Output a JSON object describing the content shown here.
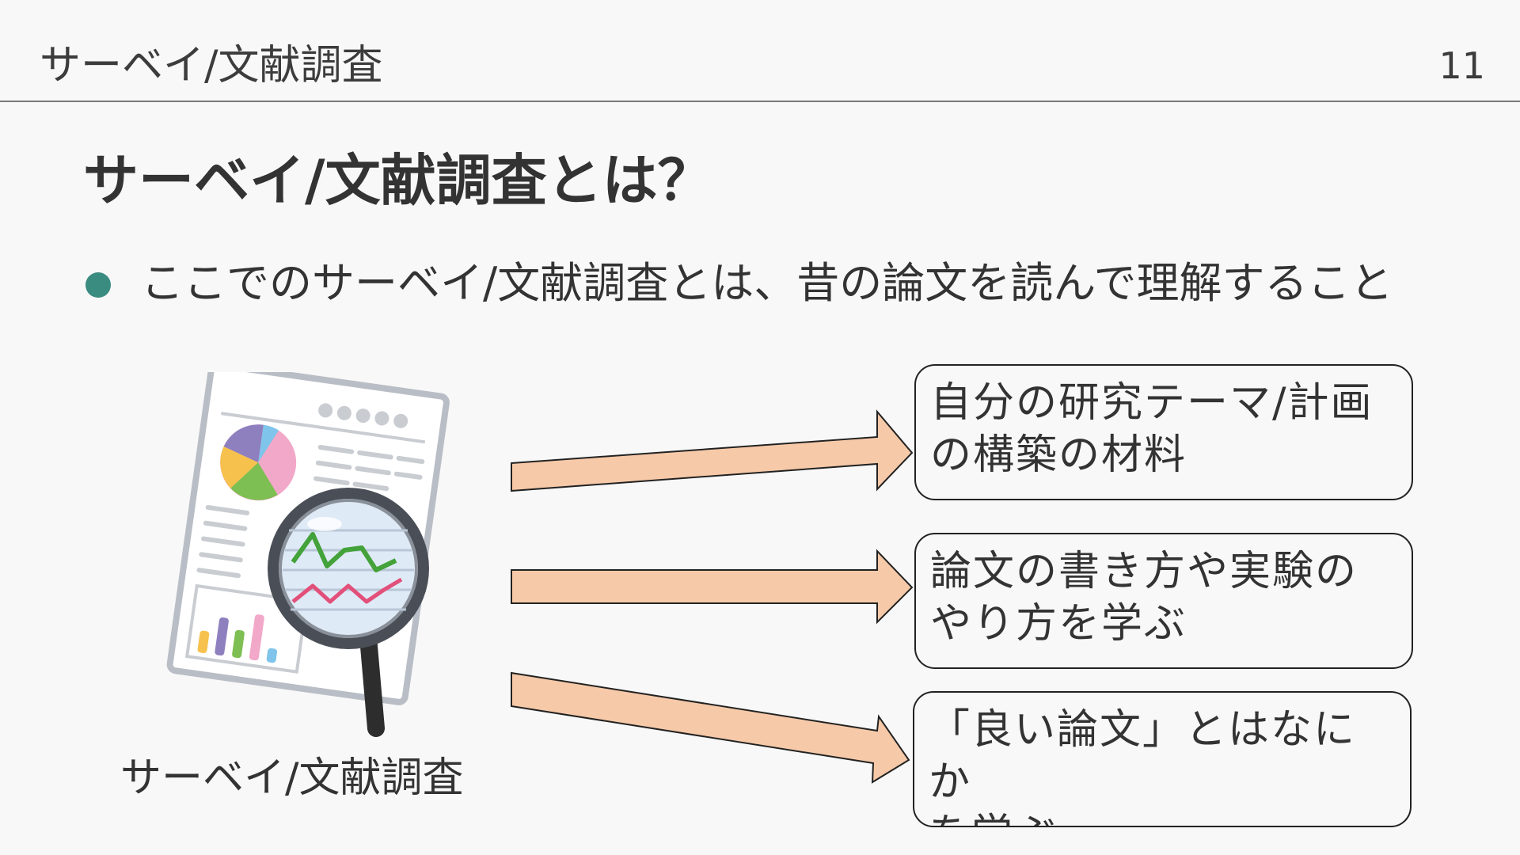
{
  "header": {
    "title": "サーベイ/文献調査",
    "page_number": "11"
  },
  "slide": {
    "heading": "サーベイ/文献調査とは？",
    "bullet": "ここでのサーベイ/文献調査とは、昔の論文を読んで理解すること",
    "illustration_caption": "サーベイ/文献調査",
    "illustration_icon": "document-with-magnifier-icon",
    "results": [
      {
        "text": "自分の研究テーマ/計画\nの構築の材料"
      },
      {
        "text": "論文の書き方や実験の\nやり方を学ぶ"
      },
      {
        "text": "「良い論文」とはなにか\nを学ぶ"
      }
    ]
  },
  "colors": {
    "bullet": "#3a8b80",
    "arrow_fill": "#f6c9a8",
    "arrow_stroke": "#222222",
    "box_border": "#222222"
  }
}
